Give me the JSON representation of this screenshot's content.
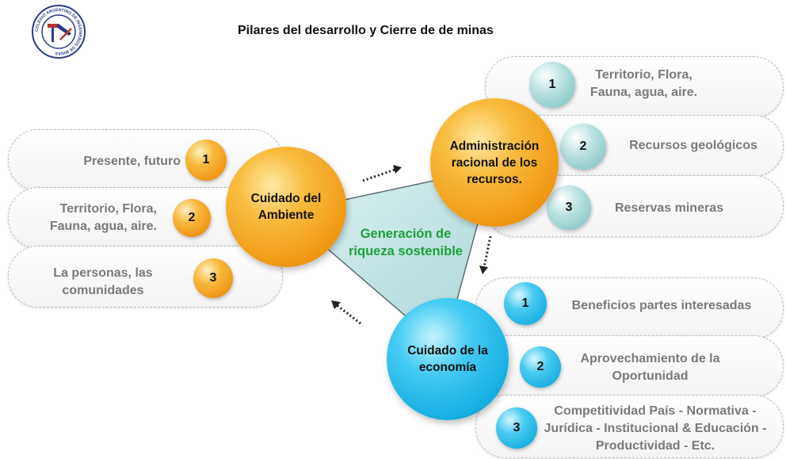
{
  "title": "Pilares del desarrollo y Cierre de de minas",
  "logo": {
    "text_ring": "COLEGIO ARGENTINO DE INGENIEROS DE MINAS",
    "icon": "hammer-and-pick-emblem"
  },
  "center": {
    "label": "Generación de riqueza sostenible"
  },
  "pillars": [
    {
      "label": "Cuidado del Ambiente",
      "color": "#f09a16",
      "items": [
        {
          "num": "1",
          "text": "Presente, futuro"
        },
        {
          "num": "2",
          "text": "Territorio, Flora, Fauna, agua, aire."
        },
        {
          "num": "3",
          "text": "La personas, las comunidades"
        }
      ]
    },
    {
      "label": "Administración racional de los recursos.",
      "color": "#f09a16",
      "items": [
        {
          "num": "1",
          "text": "Territorio, Flora, Fauna, agua, aire."
        },
        {
          "num": "2",
          "text": "Recursos geológicos"
        },
        {
          "num": "3",
          "text": "Reservas mineras"
        }
      ]
    },
    {
      "label": "Cuidado de la economía",
      "color": "#17afe2",
      "items": [
        {
          "num": "1",
          "text": "Beneficios partes interesadas"
        },
        {
          "num": "2",
          "text": "Aprovechamiento de la Oportunidad"
        },
        {
          "num": "3",
          "text": "Competitividad País - Normativa - Jurídica - Institucional & Educación - Productividad - Etc."
        }
      ]
    }
  ],
  "colors": {
    "orange": "#f09a16",
    "teal": "#86c7c6",
    "blue": "#17afe2",
    "green_text": "#1aa23a",
    "triangle_fill": "#b8dfe0"
  }
}
